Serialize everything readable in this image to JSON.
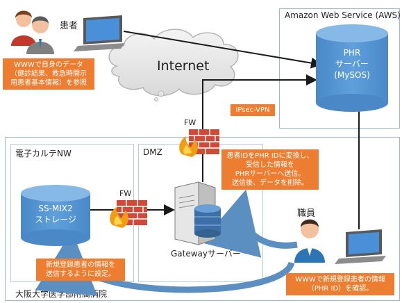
{
  "labels": {
    "patient": "患者",
    "aws": "Amazon Web Service (AWS)",
    "internet": "Internet",
    "ipsec": "IPsec-VPN",
    "fw_top": "FW",
    "fw_left": "FW",
    "dmz": "DMZ",
    "emr_nw": "電子カルテNW",
    "hospital": "大阪大学医学部附属病院",
    "staff": "職員",
    "gateway": "Gatewayサーバー"
  },
  "phr_server": {
    "line1": "PHR",
    "line2": "サーバー",
    "line3": "(MySOS)"
  },
  "ssmix": {
    "line1": "SS-MIX2",
    "line2": "ストレージ"
  },
  "callouts": {
    "patient_note": [
      "WWWで自身のデータ",
      "（健診結果、救急時開示",
      "用患者基本情報）を参照"
    ],
    "gateway_note": [
      "患者IDをPHR IDに変換し、",
      "受信した情報を",
      "PHRサーバーへ送信。",
      "送信後、データを削除。"
    ],
    "ssmix_note": [
      "新規登録患者の情報を",
      "送信するように設定。"
    ],
    "staff_note": [
      "WWWで新規登録患者の情報",
      "（PHR ID）を確認。"
    ]
  },
  "colors": {
    "callout": "#ed7d31",
    "cylinder": "#5b9bd5",
    "arrow": "#1a1a1a",
    "curved_arrow": "#5b8fc2",
    "region_border": "#9eb8d2"
  }
}
